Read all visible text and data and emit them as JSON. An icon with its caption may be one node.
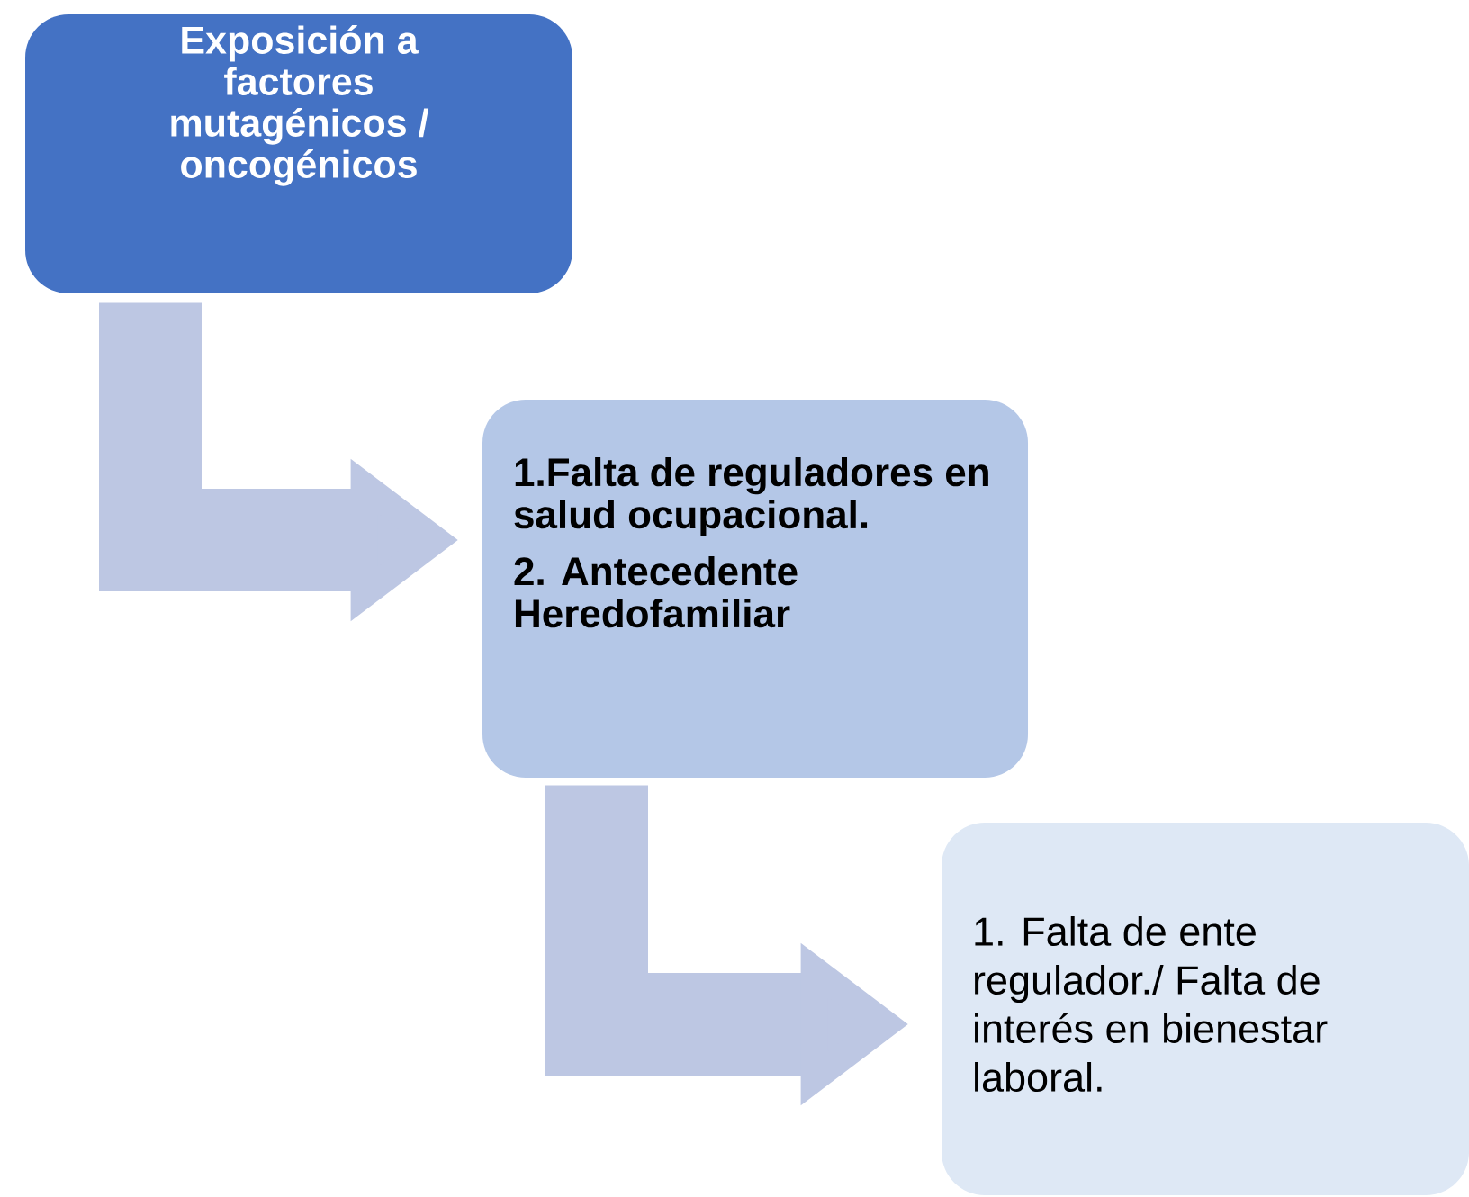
{
  "diagram": {
    "nodes": [
      {
        "text": [
          "Exposición a factores mutagénicos / oncogénicos"
        ]
      },
      {
        "text": [
          "1.Falta de reguladores en salud ocupacional.",
          "2. Antecedente Heredofamiliar"
        ]
      },
      {
        "text": [
          "1. Falta de ente regulador./ Falta de interés en bienestar laboral."
        ]
      }
    ],
    "edges": [
      {
        "from": 0,
        "to": 1,
        "arrow": "to"
      },
      {
        "from": 1,
        "to": 2,
        "arrow": "to"
      }
    ]
  }
}
